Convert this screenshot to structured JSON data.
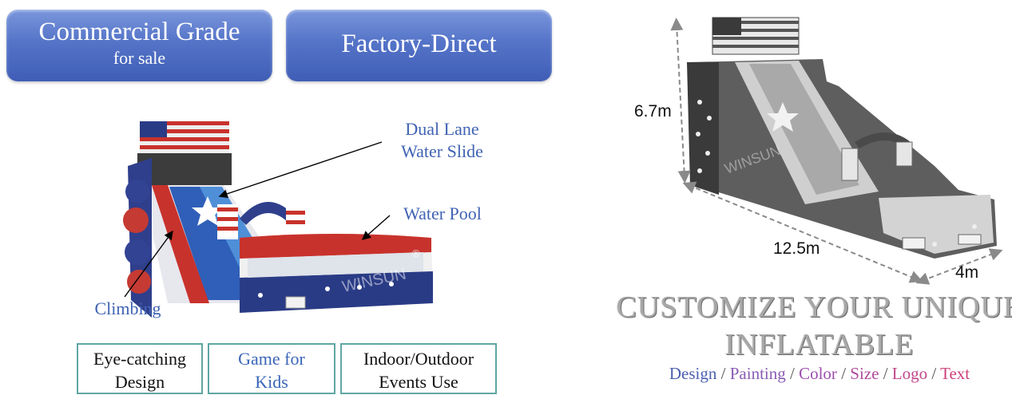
{
  "badges": {
    "commercial": {
      "title": "Commercial Grade",
      "subtitle": "for sale"
    },
    "factory": {
      "title": "Factory-Direct"
    }
  },
  "callouts": {
    "dual_lane_line1": "Dual Lane",
    "dual_lane_line2": "Water Slide",
    "water_pool": "Water Pool",
    "climbing": "Climbing"
  },
  "brand": {
    "watermark": "WINSUN",
    "registered": "®"
  },
  "features": [
    {
      "line1": "Eye-catching",
      "line2": "Design"
    },
    {
      "line1": "Game for",
      "line2": "Kids"
    },
    {
      "line1": "Indoor/Outdoor",
      "line2": "Events Use"
    }
  ],
  "dimensions": {
    "height": "6.7m",
    "length": "12.5m",
    "width": "4m"
  },
  "customize": {
    "line1": "CUSTOMIZE YOUR UNIQUE",
    "line2": "INFLATABLE",
    "separator": "/",
    "options": [
      {
        "label": "Design",
        "color": "#4b5fb0"
      },
      {
        "label": "Painting",
        "color": "#8a5bb5"
      },
      {
        "label": "Color",
        "color": "#9c4fae"
      },
      {
        "label": "Size",
        "color": "#b04a99"
      },
      {
        "label": "Logo",
        "color": "#c2478a"
      },
      {
        "label": "Text",
        "color": "#d03f7a"
      }
    ]
  },
  "colors": {
    "badge_blue": "#4f6cc4",
    "callout_blue": "#4063b4",
    "feature_border": "#5fa6a3",
    "slide_red": "#d8312b",
    "slide_navy": "#27367e"
  }
}
